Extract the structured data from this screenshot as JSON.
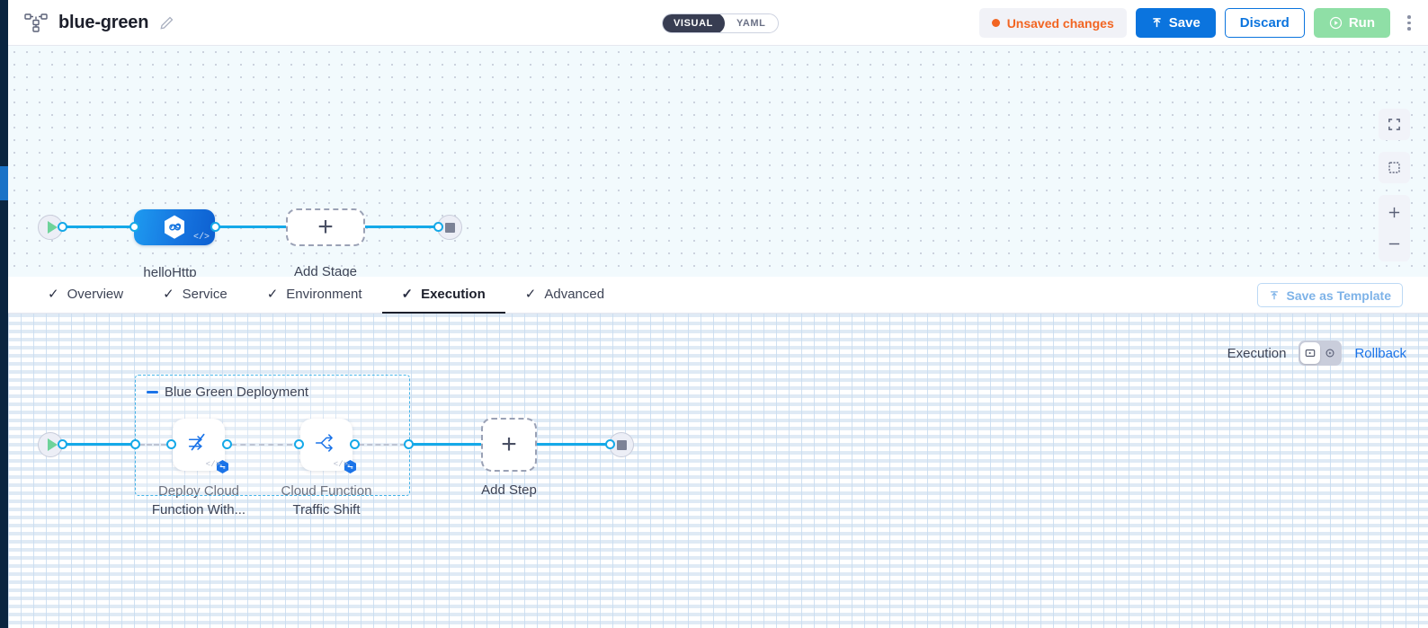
{
  "header": {
    "title": "blue-green",
    "pipeline_icon": "pipeline-icon",
    "edit_icon": "pencil-icon",
    "view_toggle": {
      "options": [
        "VISUAL",
        "YAML"
      ],
      "selected": "VISUAL"
    },
    "unsaved_label": "Unsaved changes",
    "save_label": "Save",
    "discard_label": "Discard",
    "run_label": "Run",
    "menu_icon": "kebab-menu-icon"
  },
  "colors": {
    "accent_blue": "#0b74de",
    "link_blue": "#15a9e8",
    "run_green": "#8fdfa6",
    "warn_orange": "#f26522",
    "group_dash": "#45b4e8"
  },
  "stage_canvas": {
    "start_icon": "play-icon",
    "end_icon": "stop-icon",
    "stage": {
      "label": "helloHttp",
      "icon": "hexagon-link-icon",
      "badge": "code-badge"
    },
    "add_stage": {
      "label": "Add Stage",
      "icon": "plus-icon"
    },
    "controls": [
      {
        "name": "fullscreen-icon"
      },
      {
        "name": "fit-to-screen-icon"
      },
      {
        "name": "zoom-in-icon"
      },
      {
        "name": "zoom-out-icon"
      }
    ]
  },
  "tabs": [
    {
      "label": "Overview",
      "checked": true,
      "active": false
    },
    {
      "label": "Service",
      "checked": true,
      "active": false
    },
    {
      "label": "Environment",
      "checked": true,
      "active": false
    },
    {
      "label": "Execution",
      "checked": true,
      "active": true
    },
    {
      "label": "Advanced",
      "checked": true,
      "active": false
    }
  ],
  "save_template": {
    "label": "Save as Template",
    "icon": "template-upload-icon"
  },
  "execution": {
    "label": "Execution",
    "toggle": {
      "options": [
        "execution-view-icon",
        "rollback-view-icon"
      ],
      "selected_index": 0
    },
    "rollback_label": "Rollback",
    "group": {
      "title": "Blue Green Deployment",
      "collapse_icon": "collapse-dash-icon"
    },
    "steps": [
      {
        "label": "Deploy Cloud Function With...",
        "icon": "deploy-arrows-icon",
        "badge": "hexagon-badge"
      },
      {
        "label": "Cloud Function Traffic Shift",
        "icon": "traffic-split-icon",
        "badge": "hexagon-badge"
      }
    ],
    "add_step": {
      "label": "Add Step",
      "icon": "plus-icon"
    },
    "start_icon": "play-icon",
    "end_icon": "stop-icon"
  }
}
